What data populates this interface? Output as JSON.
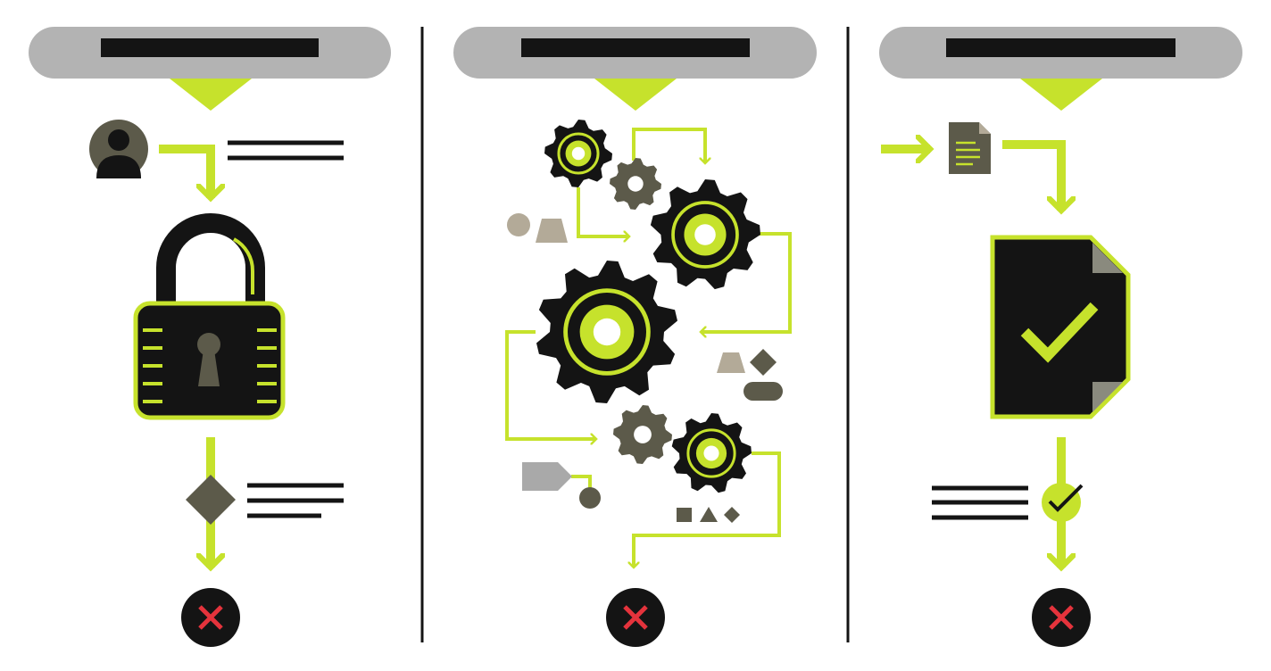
{
  "colors": {
    "accent": "#c6e22c",
    "dark": "#141414",
    "header_gray": "#b3b3b3",
    "olive": "#5c5a4a",
    "beige": "#b3aa98",
    "error_red": "#e5333c",
    "light_gray": "#a9a9a9"
  },
  "panels": [
    {
      "name": "access-locked",
      "icon": "lock-icon",
      "result": "error-x-icon"
    },
    {
      "name": "process-gears",
      "icon": "gear-icon",
      "result": "error-x-icon"
    },
    {
      "name": "document-approved",
      "icon": "document-check-icon",
      "result": "error-x-icon"
    }
  ]
}
